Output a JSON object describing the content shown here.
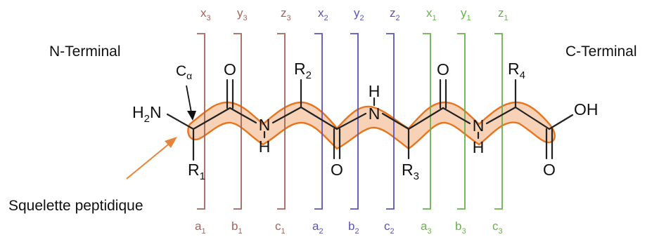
{
  "labels": {
    "n_terminal": "N-Terminal",
    "c_terminal": "C-Terminal",
    "backbone": "Squelette peptidique",
    "alpha_carbon": "C",
    "alpha_carbon_sub": "α"
  },
  "atoms": {
    "h2n_h": "H",
    "h2n_sub": "2",
    "h2n_n": "N",
    "oh": "OH",
    "o": "O",
    "n": "N",
    "h": "H",
    "r": "R",
    "r1_sub": "1",
    "r2_sub": "2",
    "r3_sub": "3",
    "r4_sub": "4"
  },
  "fragments_top": [
    {
      "letter": "x",
      "sub": "3"
    },
    {
      "letter": "y",
      "sub": "3"
    },
    {
      "letter": "z",
      "sub": "3"
    },
    {
      "letter": "x",
      "sub": "2"
    },
    {
      "letter": "y",
      "sub": "2"
    },
    {
      "letter": "z",
      "sub": "2"
    },
    {
      "letter": "x",
      "sub": "1"
    },
    {
      "letter": "y",
      "sub": "1"
    },
    {
      "letter": "z",
      "sub": "1"
    }
  ],
  "fragments_bottom": [
    {
      "letter": "a",
      "sub": "1"
    },
    {
      "letter": "b",
      "sub": "1"
    },
    {
      "letter": "c",
      "sub": "1"
    },
    {
      "letter": "a",
      "sub": "2"
    },
    {
      "letter": "b",
      "sub": "2"
    },
    {
      "letter": "c",
      "sub": "2"
    },
    {
      "letter": "a",
      "sub": "3"
    },
    {
      "letter": "b",
      "sub": "3"
    },
    {
      "letter": "c",
      "sub": "3"
    }
  ],
  "colors": {
    "residue_1": "#a0665c",
    "residue_2": "#5a54b8",
    "residue_3": "#6ab04c",
    "backbone_fill": "#f8d2b6",
    "backbone_stroke": "#e8741e",
    "arrow": "#e8843a"
  }
}
